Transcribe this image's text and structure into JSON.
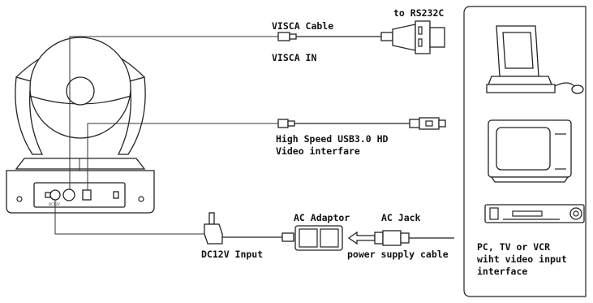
{
  "labels": {
    "rs232c": "to RS232C",
    "visca_cable": "VISCA Cable",
    "visca_in": "VISCA IN",
    "usb_line1": "High Speed USB3.0 HD",
    "usb_line2": "Video interfare",
    "ac_adaptor": "AC Adaptor",
    "ac_jack": "AC Jack",
    "dc12v": "DC12V Input",
    "power_cable": "power supply cable",
    "devices_line1": "PC, TV or VCR",
    "devices_line2": "wiht video input",
    "devices_line3": "interface"
  }
}
